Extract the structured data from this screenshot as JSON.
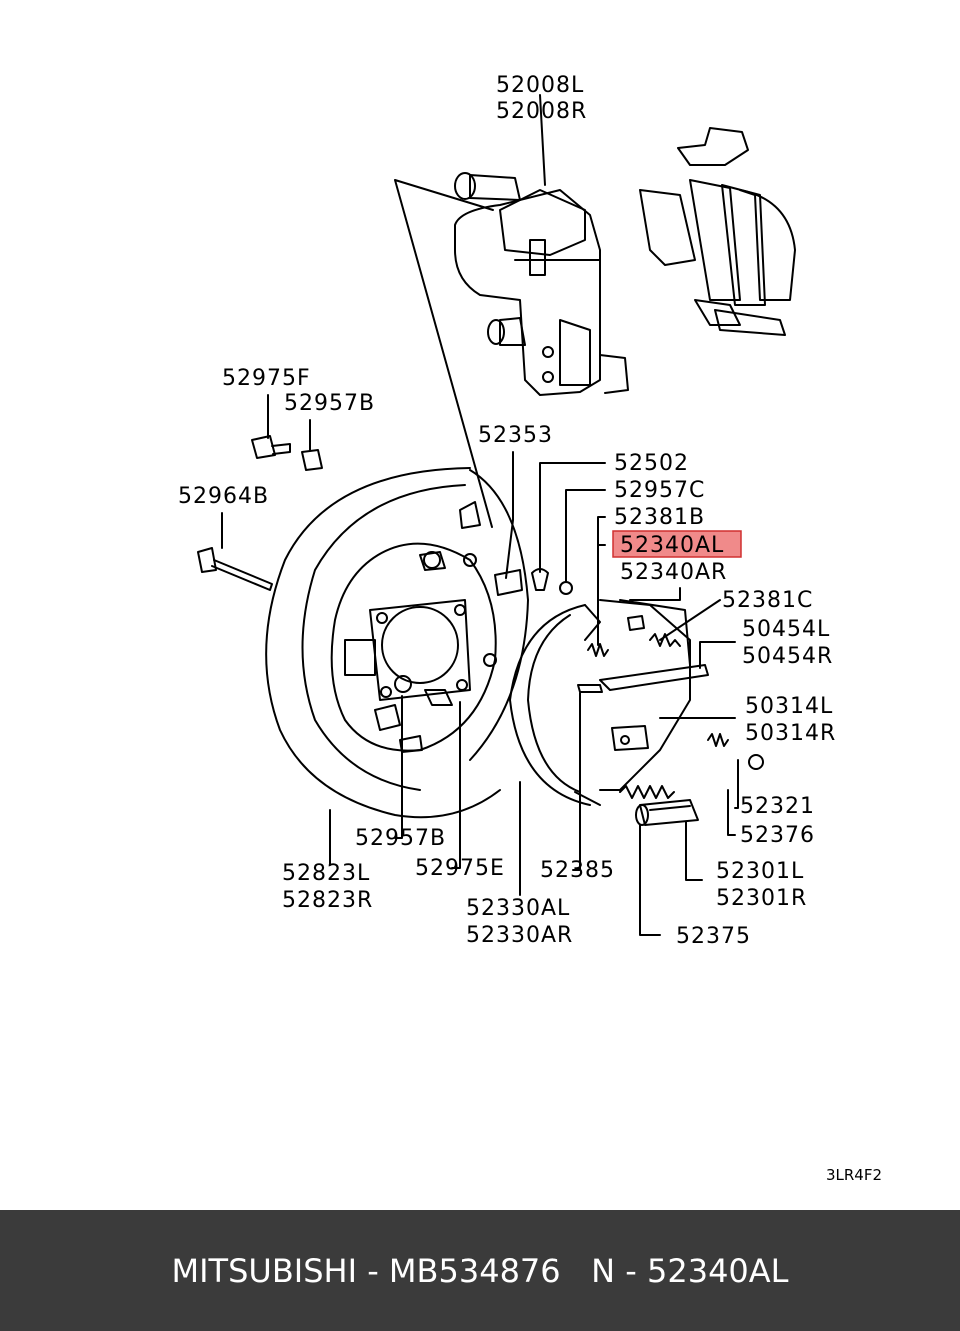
{
  "labels": {
    "p52008L": "52008L",
    "p52008R": "52008R",
    "p52975F": "52975F",
    "p52957B_top": "52957B",
    "p52964B": "52964B",
    "p52353": "52353",
    "p52502": "52502",
    "p52957C": "52957C",
    "p52381B": "52381B",
    "p52340AL": "52340AL",
    "p52340AR": "52340AR",
    "p52381C": "52381C",
    "p50454L": "50454L",
    "p50454R": "50454R",
    "p50314L": "50314L",
    "p50314R": "50314R",
    "p52321": "52321",
    "p52376": "52376",
    "p52957B_bottom": "52957B",
    "p52975E": "52975E",
    "p52385": "52385",
    "p52823L": "52823L",
    "p52823R": "52823R",
    "p52301L": "52301L",
    "p52301R": "52301R",
    "p52330AL": "52330AL",
    "p52330AR": "52330AR",
    "p52375": "52375"
  },
  "diagram_code": "3LR4F2",
  "footer": {
    "brand": "MITSUBISHI",
    "part_number": "MB534876",
    "ref_number": "52340AL",
    "text": "MITSUBISHI - MB534876   N - 52340AL"
  },
  "highlight_color": "#f08a8a",
  "footer_bg": "#3b3b3b"
}
